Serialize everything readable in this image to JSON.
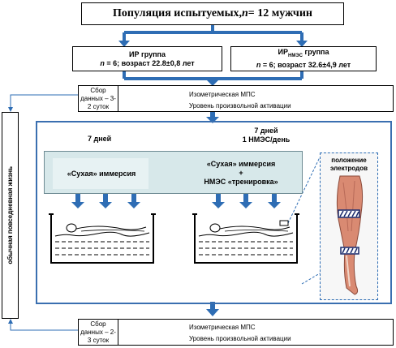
{
  "title": {
    "prefix": "Популяция испытуемых, ",
    "n_symbol": "n",
    "suffix": " = 12 мужчин"
  },
  "groups": [
    {
      "name": "ИР группа",
      "stats_prefix": "n",
      "stats": " = 6; возраст 22.8±0,8 лет"
    },
    {
      "name_main": "ИР",
      "name_sub": "НМЭС",
      "name_rest": " группа",
      "stats_prefix": "n",
      "stats": " = 6; возраст 32.6±4,9 лет"
    }
  ],
  "data_collection_top": {
    "label": "Сбор данных – 3-2 суток",
    "items": [
      "Изометрическая МПС",
      "Уровень произвольной активации"
    ]
  },
  "data_collection_bottom": {
    "label": "Сбор данных – 2-3 суток",
    "items": [
      "Изометрическая МПС",
      "Уровень произвольной активации"
    ]
  },
  "side_label": "обычная повседневная жизнь",
  "protocol": {
    "left_duration": "7 дней",
    "right_duration_line1": "7 дней",
    "right_duration_line2": "1 НМЭС/день",
    "left_condition": "«Сухая» иммерсия",
    "right_condition_line1": "«Сухая» иммерсия",
    "right_condition_line2": "+",
    "right_condition_line3": "НМЭС «тренировка»"
  },
  "electrode_label": "положение электродов",
  "colors": {
    "arrow_blue": "#2e6db4",
    "frame_blue": "#3a6fb0",
    "condition_fill": "#d7e8ea",
    "water_line": "#333333"
  }
}
